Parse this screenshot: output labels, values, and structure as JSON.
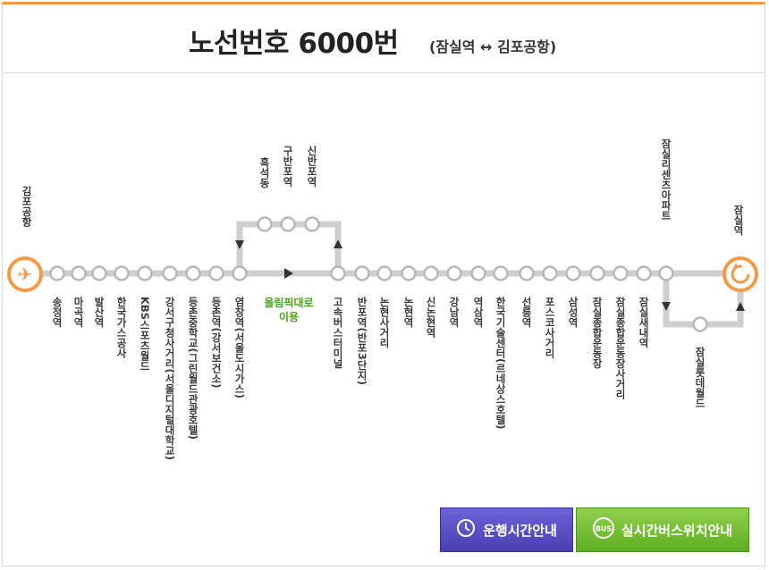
{
  "header": {
    "title": "노선번호 6000번",
    "subtitle": "(잠실역 ↔ 김포공항)"
  },
  "colors": {
    "accent_orange": "#f39a47",
    "line_gray": "#cccccc",
    "note_green": "#4aa21e",
    "button_purple": "#5a50c8",
    "button_green": "#75c135"
  },
  "route": {
    "start_label": "김포공항",
    "end_label": "잠실역",
    "upper_branch": [
      "흑석동",
      "구반포역",
      "신반포역"
    ],
    "bottom_stations": [
      "송정역",
      "마곡역",
      "발산역",
      "한국가스공사",
      "KBS스포츠월드",
      "강서구청사거리(서울디지털대학교)",
      "등촌중학교(그린월드관광호텔)",
      "등촌역(강서보건소)",
      "염창역(서울도시가스)",
      "고속버스터미널",
      "반포역(반포3단지)",
      "논현사거리",
      "논현역",
      "신논현역",
      "강남역",
      "역삼역",
      "한국기술센터(르네상스호텔)",
      "선릉역",
      "포스코사거리",
      "삼성역",
      "잠실종합운동장",
      "잠실종합운동장사거리",
      "잠실새내역"
    ],
    "olympic_note_line1": "올림픽대로",
    "olympic_note_line2": "이용",
    "loop_top_station": "잠실리센츠아파트",
    "loop_bottom_station": "잠실롯데월드"
  },
  "icons": {
    "start": "airplane-icon",
    "end": "turnaround-icon"
  },
  "buttons": {
    "schedule": {
      "label": "운행시간안내",
      "icon": "clock-icon"
    },
    "realtime": {
      "label": "실시간버스위치안내",
      "icon": "bus-icon"
    }
  }
}
